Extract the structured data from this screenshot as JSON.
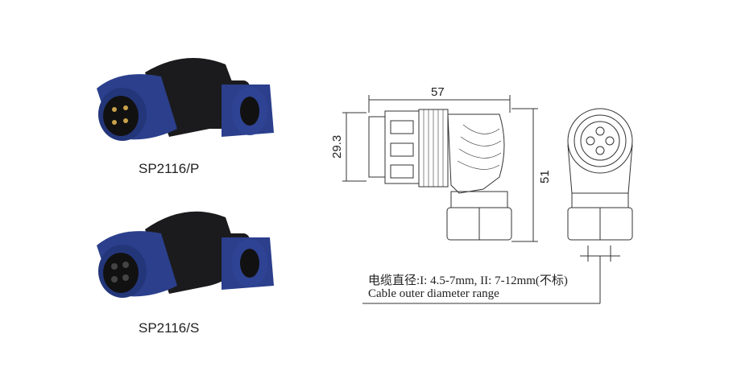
{
  "products": [
    {
      "model": "SP2116/P"
    },
    {
      "model": "SP2116/S"
    }
  ],
  "drawing": {
    "width_dim": "57",
    "height_dim": "29.3",
    "total_height_dim": "51",
    "note_cn": "电缆直径:I: 4.5-7mm, II: 7-12mm(不标)",
    "note_en": "Cable outer  diameter range"
  },
  "colors": {
    "blue": "#2b3f8c",
    "black": "#1b1b1d",
    "line": "#333333"
  }
}
